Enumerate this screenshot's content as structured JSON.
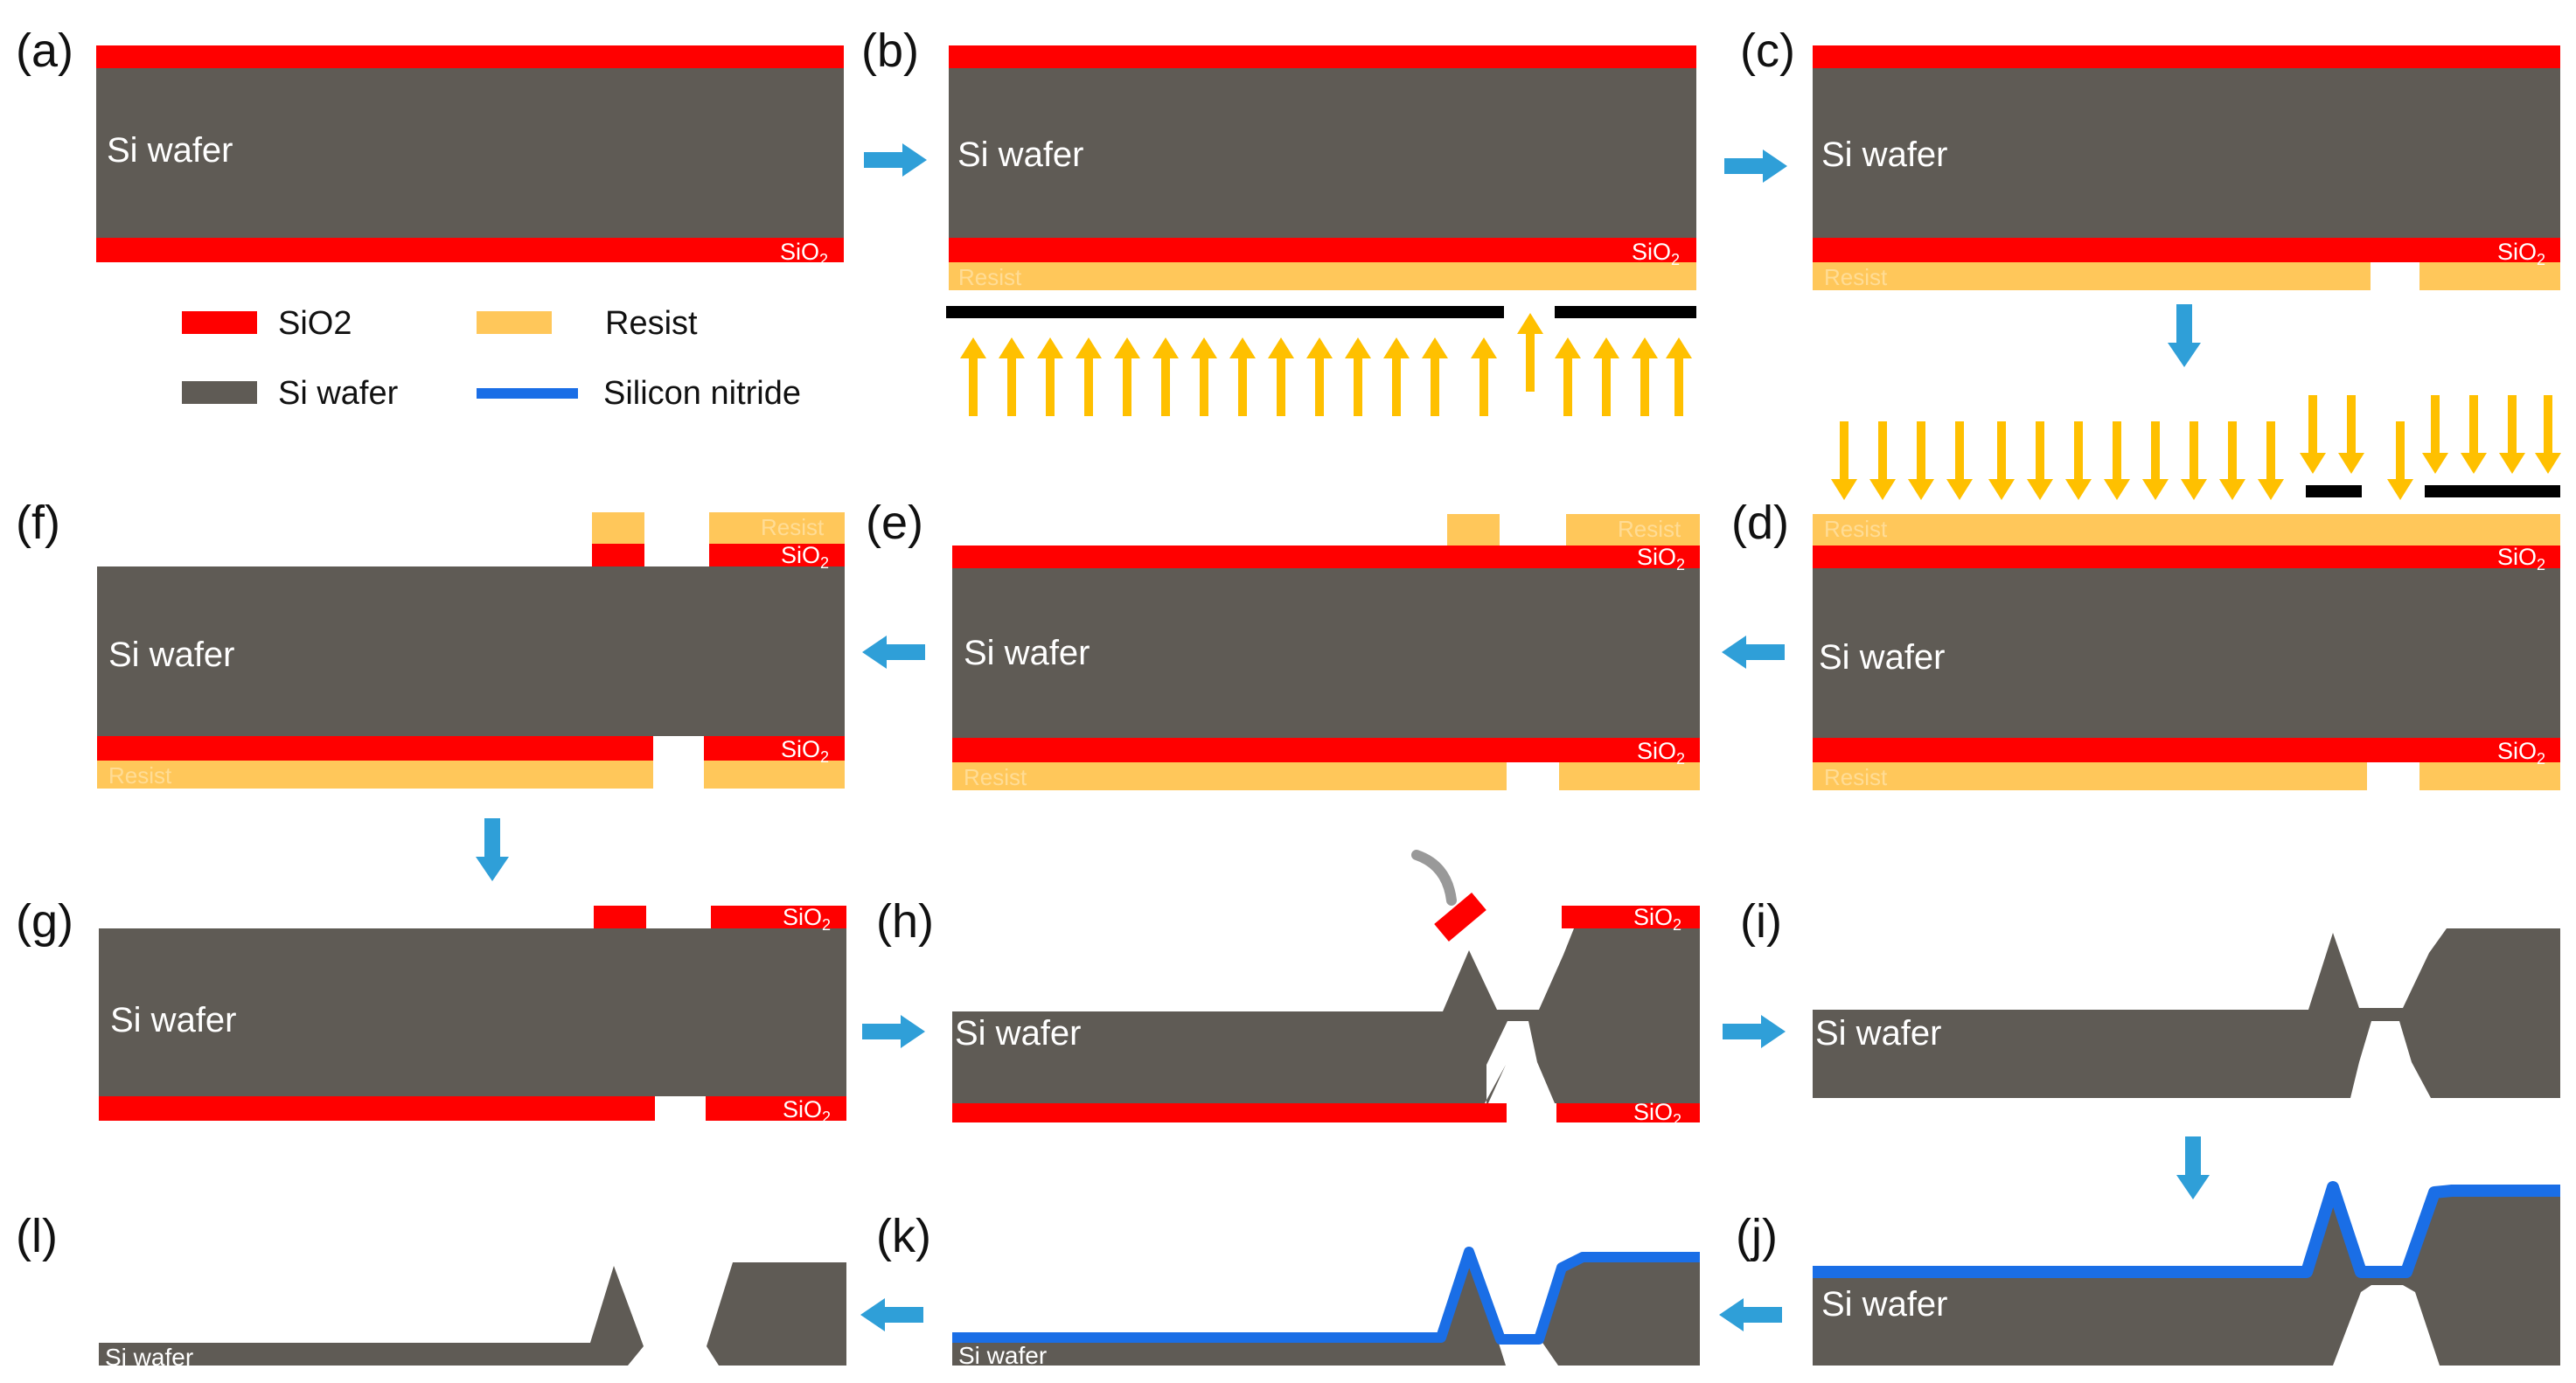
{
  "panels": [
    {
      "id": "a",
      "label": "(a)"
    },
    {
      "id": "b",
      "label": "(b)"
    },
    {
      "id": "c",
      "label": "(c)"
    },
    {
      "id": "d",
      "label": "(d)"
    },
    {
      "id": "e",
      "label": "(e)"
    },
    {
      "id": "f",
      "label": "(f)"
    },
    {
      "id": "g",
      "label": "(g)"
    },
    {
      "id": "h",
      "label": "(h)"
    },
    {
      "id": "i",
      "label": "(i)"
    },
    {
      "id": "j",
      "label": "(j)"
    },
    {
      "id": "k",
      "label": "(k)"
    },
    {
      "id": "l",
      "label": "(l)"
    }
  ],
  "labels": {
    "si_wafer": "Si wafer",
    "sio2_tag": "SiO",
    "sio2_sub": "2",
    "resist_tag": "Resist"
  },
  "legend": {
    "sio2": "SiO2",
    "resist": "Resist",
    "si_wafer": "Si wafer",
    "silicon_nitride": "Silicon nitride"
  },
  "colors": {
    "sio2": "#ff0000",
    "si": "#5f5b55",
    "resist": "#ffc75a",
    "nitride": "#1a6ee6",
    "uv": "#ffc000",
    "mask": "#000000",
    "flow_arrow": "#2f9fd8",
    "curved_arrow": "#999999"
  }
}
